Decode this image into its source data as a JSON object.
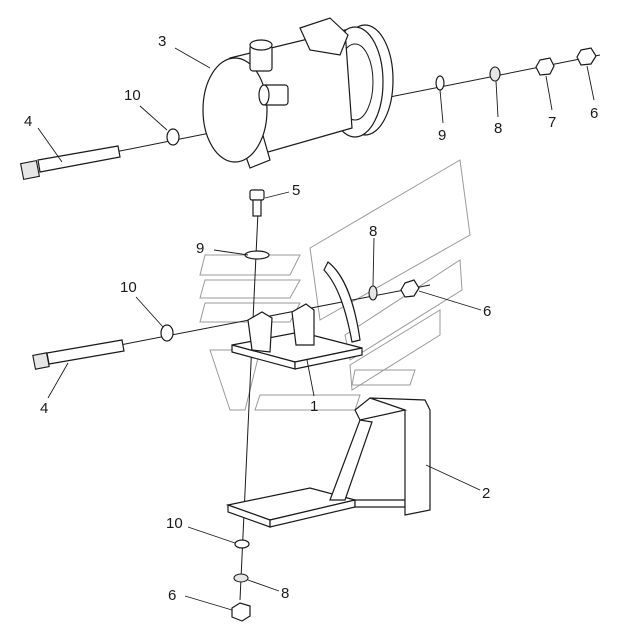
{
  "diagram": {
    "callouts": [
      {
        "id": "c3",
        "text": "3"
      },
      {
        "id": "c10a",
        "text": "10"
      },
      {
        "id": "c4a",
        "text": "4"
      },
      {
        "id": "c9a",
        "text": "9"
      },
      {
        "id": "c8a",
        "text": "8"
      },
      {
        "id": "c7",
        "text": "7"
      },
      {
        "id": "c6a",
        "text": "6"
      },
      {
        "id": "c5",
        "text": "5"
      },
      {
        "id": "c9b",
        "text": "9"
      },
      {
        "id": "c8b",
        "text": "8"
      },
      {
        "id": "c10b",
        "text": "10"
      },
      {
        "id": "c6b",
        "text": "6"
      },
      {
        "id": "c4b",
        "text": "4"
      },
      {
        "id": "c1",
        "text": "1"
      },
      {
        "id": "c2",
        "text": "2"
      },
      {
        "id": "c10c",
        "text": "10"
      },
      {
        "id": "c6c",
        "text": "6"
      },
      {
        "id": "c8c",
        "text": "8"
      }
    ],
    "colors": {
      "line": "#1a1a1a",
      "watermark": "#9a9a9a",
      "background": "#ffffff"
    }
  }
}
